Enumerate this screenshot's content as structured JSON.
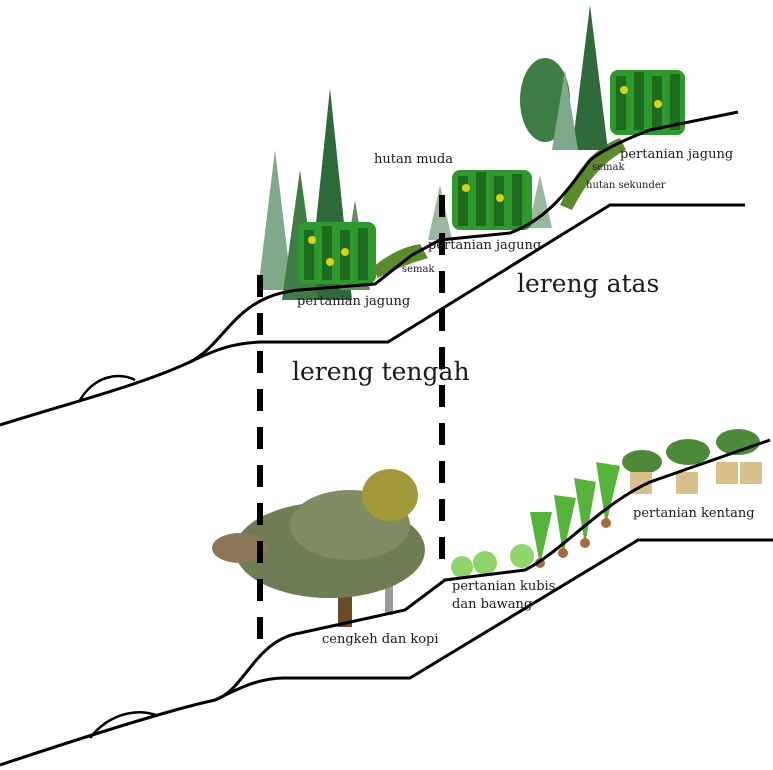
{
  "labels": {
    "hutan_muda": "hutan muda",
    "semak_upper": "semak",
    "semak_lower": "semak",
    "hutan_sekunder": "hutan sekunder",
    "pertanian_jagung_left": "pertanian jagung",
    "pertanian_jagung_mid": "pertanian jagung",
    "pertanian_jagung_right": "pertanian jagung",
    "lereng_atas": "lereng atas",
    "lereng_tengah": "lereng tengah",
    "pertanian_kentang": "pertanian kentang",
    "pertanian_kubis_line1": "pertanian kubis",
    "pertanian_kubis_line2": "dan bawang",
    "cengkeh_kopi": "cengkeh dan kopi"
  },
  "colors": {
    "line": "#000000",
    "corn": "#2e9a2e",
    "corn_dark": "#1d6b1d",
    "corn_yellow": "#d9d21c",
    "pine": "#2f6b3a",
    "pine_light": "#7fa98a",
    "shrub": "#5c8a2e",
    "tree_canopy": "#6f7d55",
    "tree_trunk": "#6b4a2a",
    "cabbage": "#8fd66a",
    "onion": "#55b33a",
    "potato": "#d8c08a"
  }
}
